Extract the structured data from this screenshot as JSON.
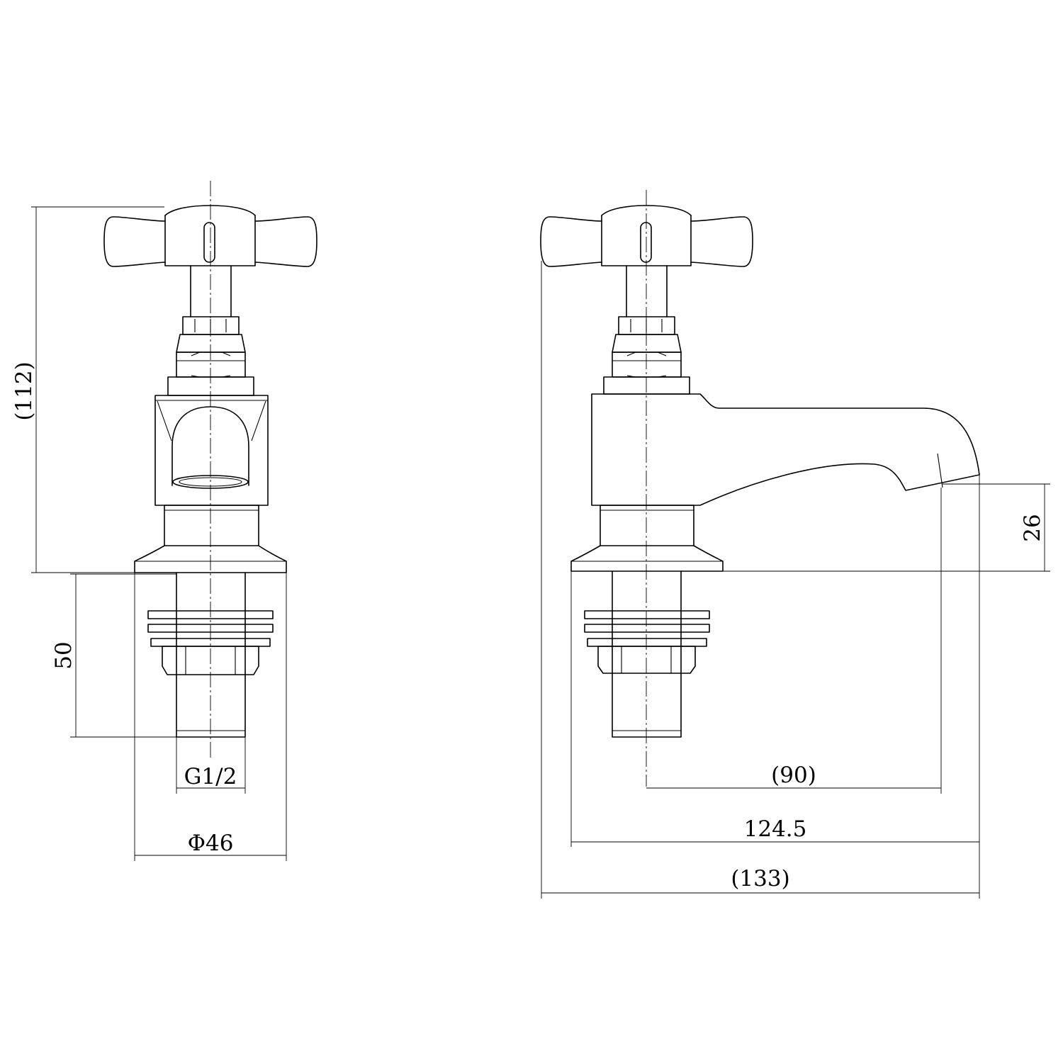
{
  "dimensions": {
    "overall_height": "(112)",
    "below_deck": "50",
    "thread": "G1/2",
    "base_diameter": "Φ46",
    "spout_reach": "(90)",
    "base_to_spout_tip": "124.5",
    "overall_depth": "(133)",
    "spout_height": "26"
  },
  "colors": {
    "line": "#000000",
    "background": "#ffffff"
  }
}
